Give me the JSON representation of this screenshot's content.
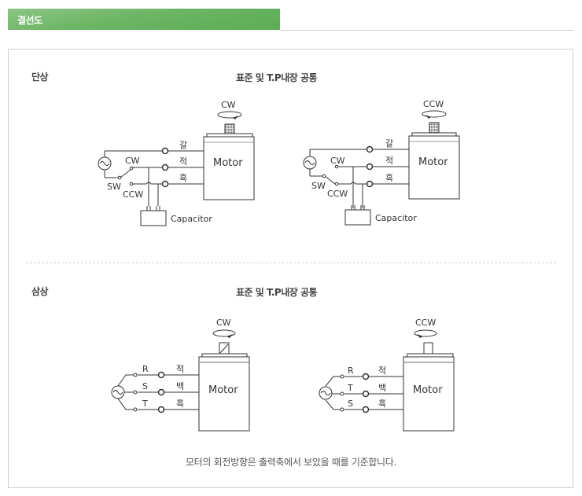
{
  "header": {
    "title": "결선도",
    "accent_color": "#6cb564"
  },
  "sections": [
    {
      "title": "단상",
      "subtitle": "표준 및 T.P내장 공통",
      "diagrams": [
        {
          "rotation": "CW",
          "motor_label": "Motor",
          "wires": [
            "갈",
            "적",
            "흑"
          ],
          "switch_label": "SW",
          "switch_positions": [
            "CW",
            "CCW"
          ],
          "capacitor_label": "Capacitor"
        },
        {
          "rotation": "CCW",
          "motor_label": "Motor",
          "wires": [
            "갈",
            "적",
            "흑"
          ],
          "switch_label": "SW",
          "switch_positions": [
            "CW",
            "CCW"
          ],
          "capacitor_label": "Capacitor"
        }
      ]
    },
    {
      "title": "삼상",
      "subtitle": "표준 및 T.P내장 공통",
      "diagrams": [
        {
          "rotation": "CW",
          "motor_label": "Motor",
          "phases": [
            "R",
            "S",
            "T"
          ],
          "wires": [
            "적",
            "백",
            "흑"
          ]
        },
        {
          "rotation": "CCW",
          "motor_label": "Motor",
          "phases": [
            "R",
            "T",
            "S"
          ],
          "wires": [
            "적",
            "백",
            "흑"
          ]
        }
      ]
    }
  ],
  "footnote": "모터의 회전방향은 출력축에서 보았을 때를 기준합니다."
}
